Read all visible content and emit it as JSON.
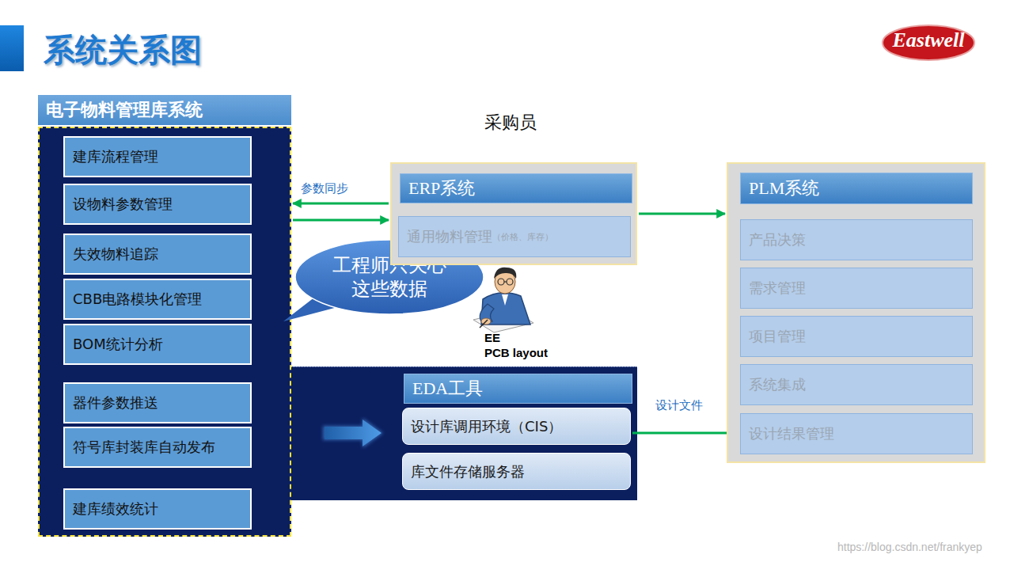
{
  "diagram": {
    "title": "系统关系图",
    "nodes": [
      {
        "text": [
          "电子物料管理库系统"
        ]
      },
      {
        "text": [
          "建库流程管理"
        ],
        "in": 0
      },
      {
        "text": [
          "设物料参数管理"
        ],
        "in": 0
      },
      {
        "text": [
          "失效物料追踪"
        ],
        "in": 0
      },
      {
        "text": [
          "CBB电路模块化管理"
        ],
        "in": 0
      },
      {
        "text": [
          "BOM统计分析"
        ],
        "in": 0
      },
      {
        "text": [
          "器件参数推送"
        ],
        "in": 0
      },
      {
        "text": [
          "符号库封装库自动发布"
        ],
        "in": 0
      },
      {
        "text": [
          "建库绩效统计"
        ],
        "in": 0
      },
      {
        "text": [
          "工程师只关心 这些数据"
        ]
      },
      {
        "text": [
          "ERP系统"
        ]
      },
      {
        "text": [
          "通用物料管理",
          "（价格、库存）"
        ],
        "in": 10
      },
      {
        "text": [
          "PLM系统"
        ]
      },
      {
        "text": [
          "产品决策"
        ],
        "in": 12
      },
      {
        "text": [
          "需求管理"
        ],
        "in": 12
      },
      {
        "text": [
          "项目管理"
        ],
        "in": 12
      },
      {
        "text": [
          "系统集成"
        ],
        "in": 12
      },
      {
        "text": [
          "设计结果管理"
        ],
        "in": 12
      },
      {
        "text": [
          "EDA工具"
        ]
      },
      {
        "text": [
          "设计库调用环境（CIS）"
        ],
        "in": 18
      },
      {
        "text": [
          "库文件存储服务器"
        ],
        "in": 18
      }
    ],
    "edges": [
      {
        "from": 10,
        "to": 0,
        "arrow": "to",
        "label": "参数同步"
      },
      {
        "from": 0,
        "to": 10,
        "arrow": "to"
      },
      {
        "from": 10,
        "to": 12,
        "arrow": "to"
      },
      {
        "from": 19,
        "to": 17,
        "arrow": "to",
        "label": "设计文件"
      }
    ],
    "labels": [
      "Eastwell",
      "采购员",
      "EE",
      "PCB layout",
      "https://blog.csdn.net/frankyep"
    ]
  }
}
